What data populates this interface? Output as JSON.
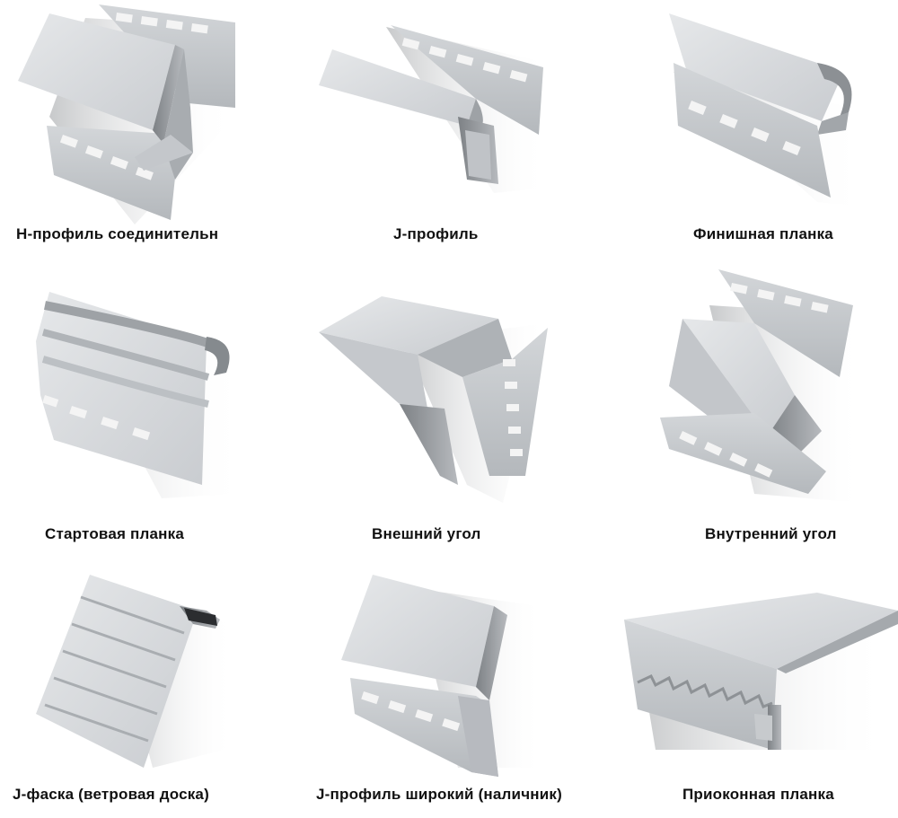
{
  "colors": {
    "background": "#ffffff",
    "profile_light": "#d8dadd",
    "profile_mid": "#c2c5c9",
    "profile_dark": "#8e9296",
    "slot": "#f4f4f4",
    "label": "#111111"
  },
  "profiles": [
    {
      "label": "Н-профиль соединительн",
      "icon": "h-profile-icon"
    },
    {
      "label": "J-профиль",
      "icon": "j-profile-icon"
    },
    {
      "label": "Финишная планка",
      "icon": "finish-strip-icon"
    },
    {
      "label": "Стартовая планка",
      "icon": "starter-strip-icon"
    },
    {
      "label": "Внешний угол",
      "icon": "outer-corner-icon"
    },
    {
      "label": "Внутренний угол",
      "icon": "inner-corner-icon"
    },
    {
      "label": "J-фаска (ветровая доска)",
      "icon": "j-chamfer-icon"
    },
    {
      "label": "J-профиль широкий (наличник)",
      "icon": "wide-j-profile-icon"
    },
    {
      "label": "Приоконная планка",
      "icon": "window-strip-icon"
    }
  ]
}
